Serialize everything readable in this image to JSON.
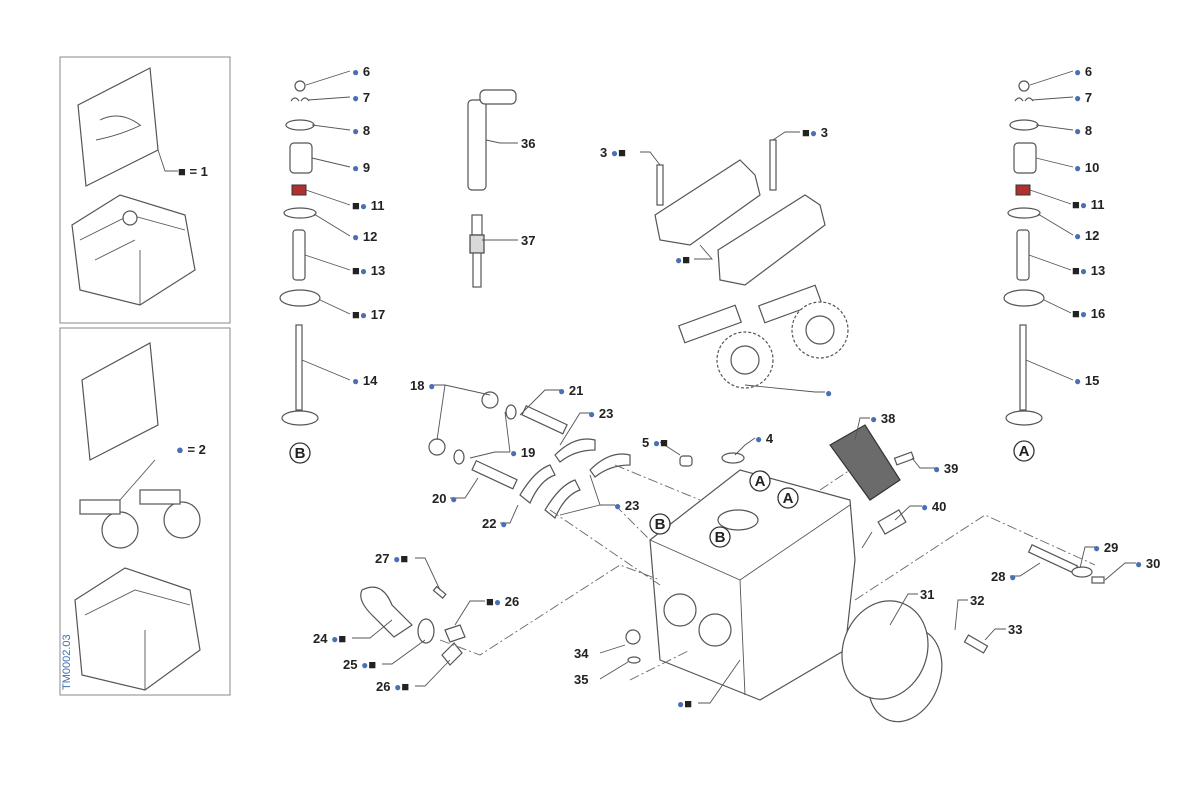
{
  "diagram_code": "TM0002.03",
  "colors": {
    "dot": "#4a6fb5",
    "square": "#222222",
    "seal": "#b03030"
  },
  "legend_kits": [
    {
      "marker": "square",
      "text": "= 1"
    },
    {
      "marker": "dot",
      "text": "= 2"
    }
  ],
  "callouts": [
    {
      "number": "6",
      "markers": [
        "dot"
      ]
    },
    {
      "number": "7",
      "markers": [
        "dot"
      ]
    },
    {
      "number": "8",
      "markers": [
        "dot"
      ]
    },
    {
      "number": "9",
      "markers": [
        "dot"
      ]
    },
    {
      "number": "11",
      "markers": [
        "square",
        "dot"
      ]
    },
    {
      "number": "12",
      "markers": [
        "dot"
      ]
    },
    {
      "number": "13",
      "markers": [
        "square",
        "dot"
      ]
    },
    {
      "number": "17",
      "markers": [
        "square",
        "dot"
      ]
    },
    {
      "number": "14",
      "markers": [
        "dot"
      ]
    },
    {
      "number": "6",
      "markers": [
        "dot"
      ]
    },
    {
      "number": "7",
      "markers": [
        "dot"
      ]
    },
    {
      "number": "8",
      "markers": [
        "dot"
      ]
    },
    {
      "number": "10",
      "markers": [
        "dot"
      ]
    },
    {
      "number": "11",
      "markers": [
        "square",
        "dot"
      ]
    },
    {
      "number": "12",
      "markers": [
        "dot"
      ]
    },
    {
      "number": "13",
      "markers": [
        "square",
        "dot"
      ]
    },
    {
      "number": "16",
      "markers": [
        "square",
        "dot"
      ]
    },
    {
      "number": "15",
      "markers": [
        "dot"
      ]
    },
    {
      "number": "36",
      "markers": []
    },
    {
      "number": "37",
      "markers": []
    },
    {
      "number": "3",
      "markers": [
        "dot",
        "square"
      ]
    },
    {
      "number": "3",
      "markers": [
        "square",
        "dot"
      ]
    },
    {
      "number": "",
      "markers": [
        "dot",
        "square"
      ]
    },
    {
      "number": "",
      "markers": [
        "dot"
      ]
    },
    {
      "number": "18",
      "markers": [
        "dot"
      ]
    },
    {
      "number": "21",
      "markers": [
        "dot"
      ]
    },
    {
      "number": "23",
      "markers": [
        "dot"
      ]
    },
    {
      "number": "19",
      "markers": [
        "dot"
      ]
    },
    {
      "number": "5",
      "markers": [
        "dot",
        "square"
      ]
    },
    {
      "number": "4",
      "markers": [
        "dot"
      ]
    },
    {
      "number": "38",
      "markers": [
        "dot"
      ]
    },
    {
      "number": "39",
      "markers": [
        "dot"
      ]
    },
    {
      "number": "40",
      "markers": [
        "dot"
      ]
    },
    {
      "number": "20",
      "markers": [
        "dot"
      ]
    },
    {
      "number": "23",
      "markers": [
        "dot"
      ]
    },
    {
      "number": "22",
      "markers": [
        "dot"
      ]
    },
    {
      "number": "27",
      "markers": [
        "dot",
        "square"
      ]
    },
    {
      "number": "26",
      "markers": [
        "square",
        "dot"
      ]
    },
    {
      "number": "24",
      "markers": [
        "dot",
        "square"
      ]
    },
    {
      "number": "25",
      "markers": [
        "dot",
        "square"
      ]
    },
    {
      "number": "26",
      "markers": [
        "dot",
        "square"
      ]
    },
    {
      "number": "34",
      "markers": []
    },
    {
      "number": "35",
      "markers": []
    },
    {
      "number": "",
      "markers": [
        "dot",
        "square"
      ]
    },
    {
      "number": "28",
      "markers": [
        "dot"
      ]
    },
    {
      "number": "29",
      "markers": [
        "dot"
      ]
    },
    {
      "number": "30",
      "markers": [
        "dot"
      ]
    },
    {
      "number": "31",
      "markers": []
    },
    {
      "number": "32",
      "markers": []
    },
    {
      "number": "33",
      "markers": []
    }
  ],
  "letters": [
    "B",
    "A",
    "A",
    "A",
    "B",
    "B"
  ]
}
